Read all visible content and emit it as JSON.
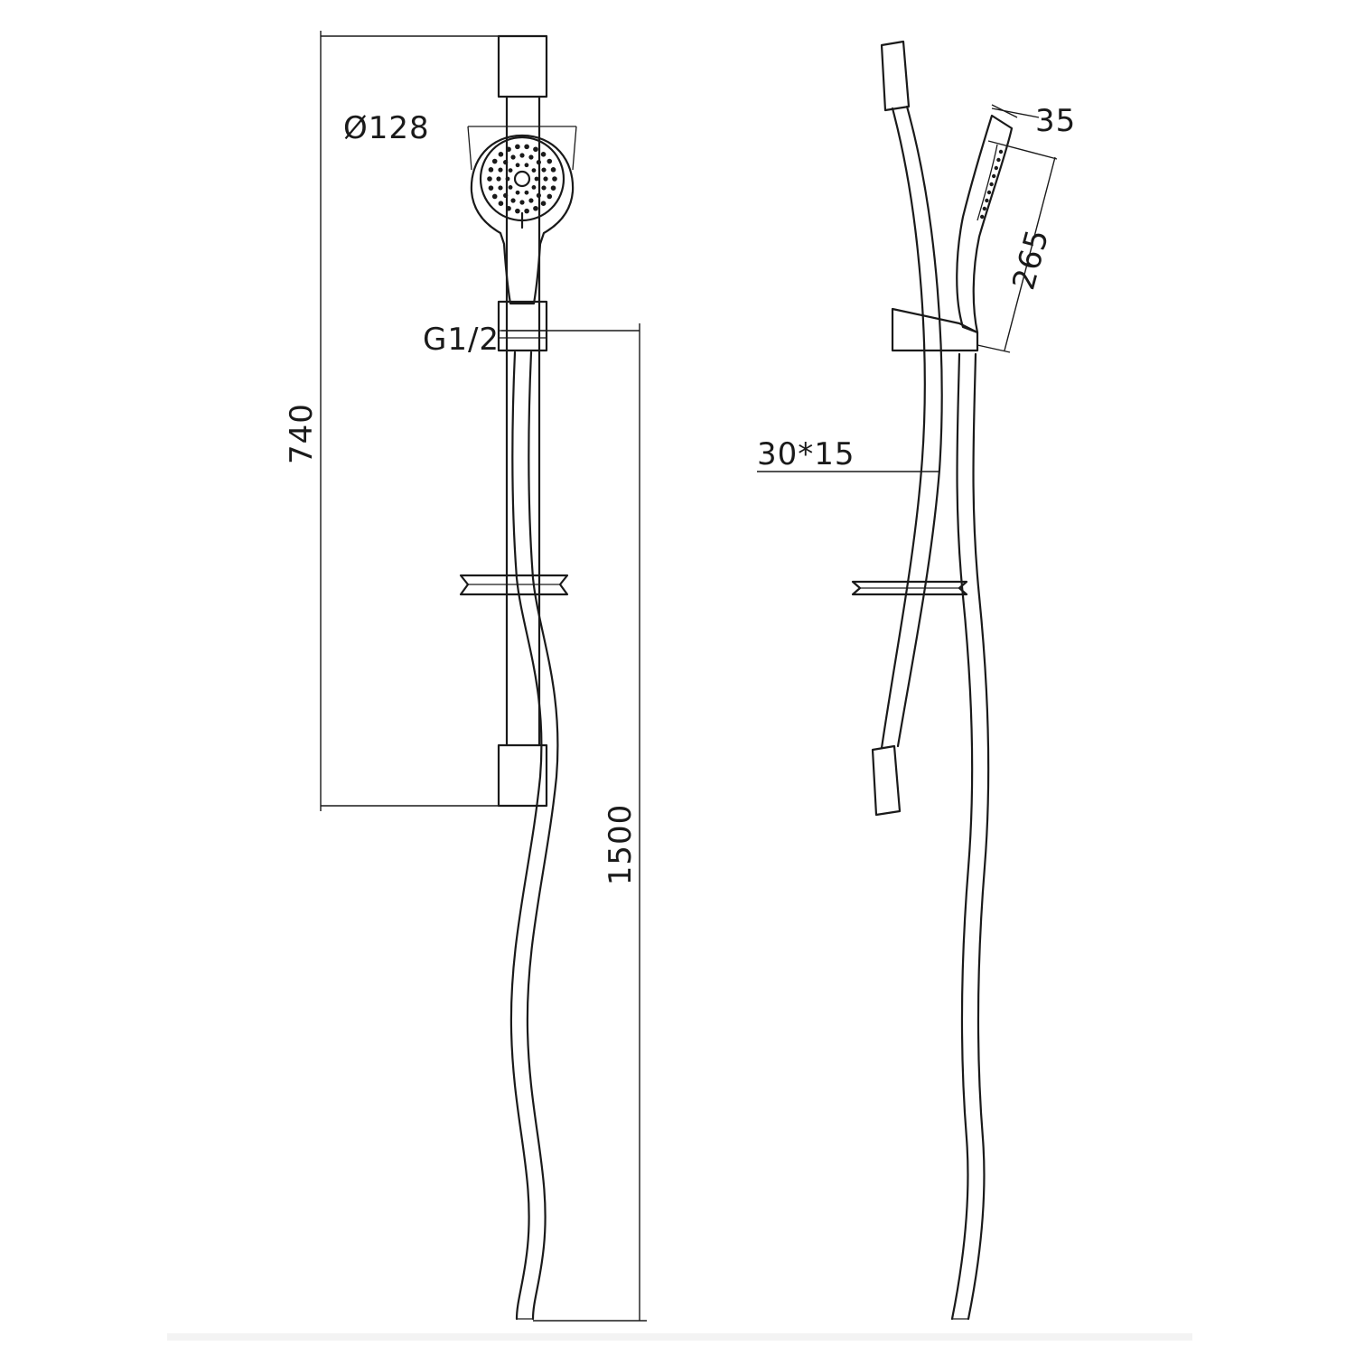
{
  "dimensions": {
    "head_diameter": "Ø128",
    "rail_length": "740",
    "hose_length": "1500",
    "thread": "G1/2",
    "rail_section": "30*15",
    "head_thickness": "35",
    "handset_length": "265"
  }
}
